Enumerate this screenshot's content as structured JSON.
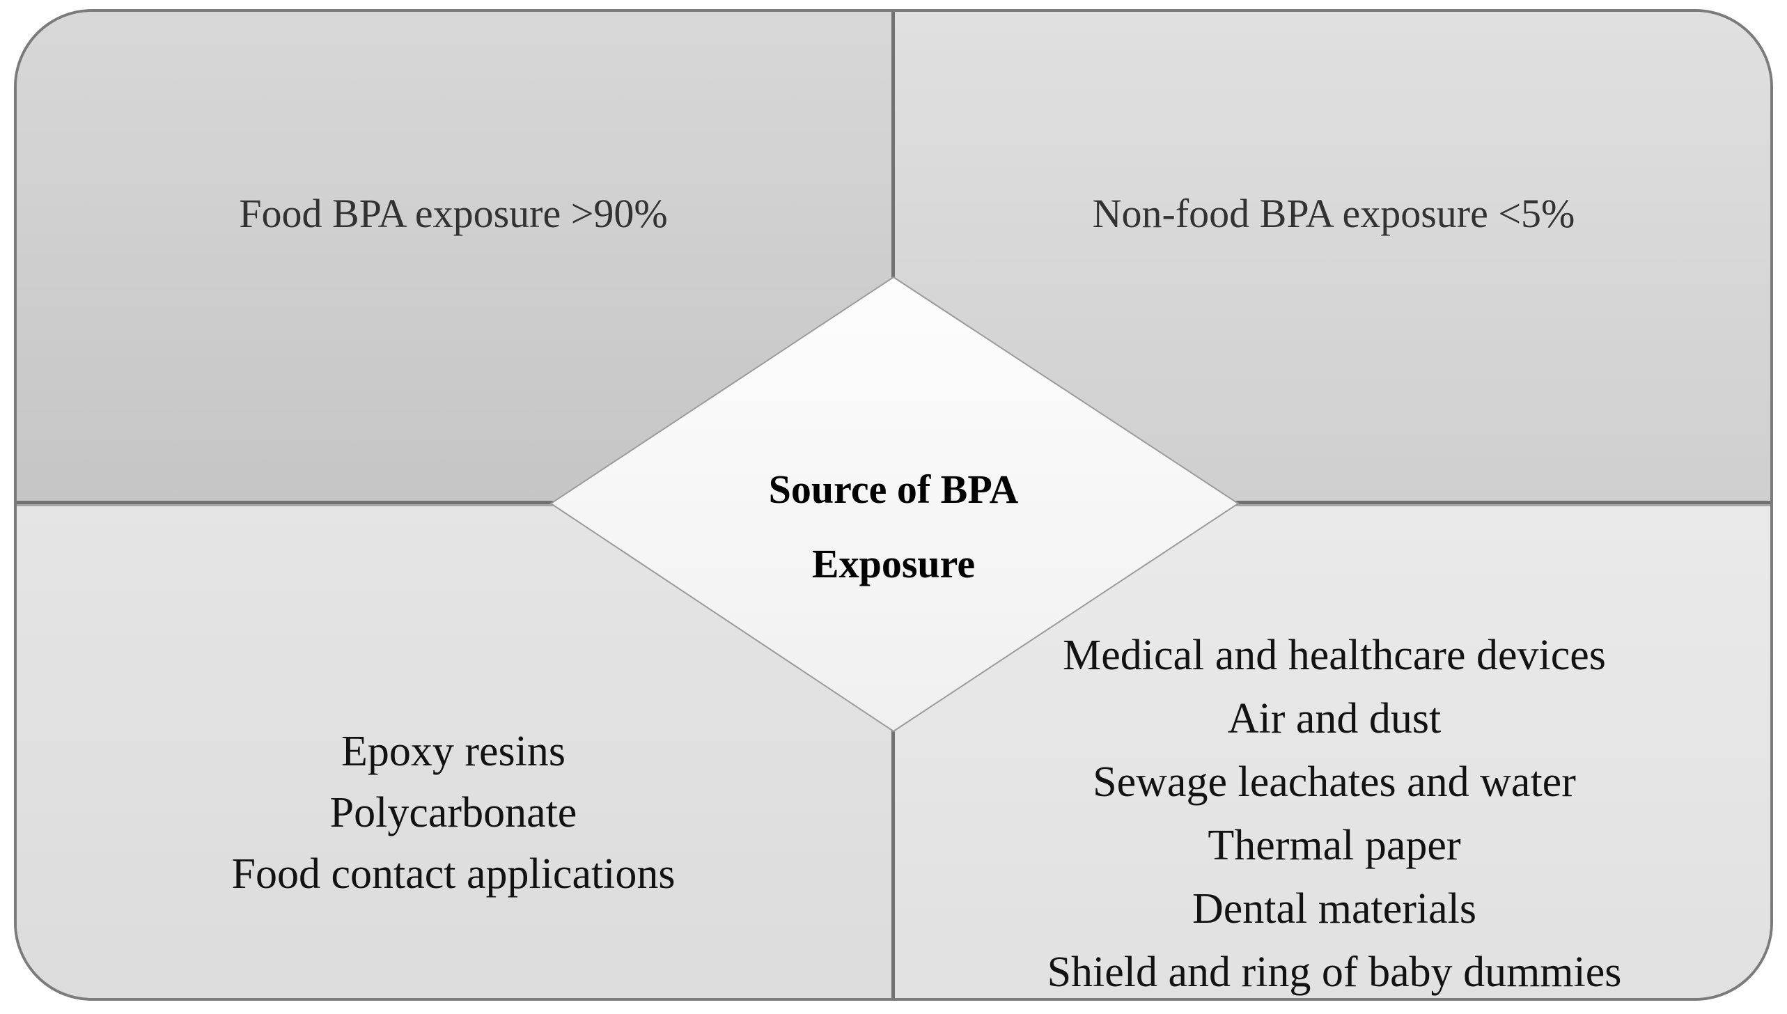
{
  "center_diamond": {
    "line1": "Source of BPA",
    "line2": "Exposure"
  },
  "quadrants": {
    "top_left": {
      "label": "Food BPA exposure >90%"
    },
    "top_right": {
      "label": "Non-food BPA exposure <5%"
    },
    "bottom_left": {
      "items": [
        "Epoxy resins",
        "Polycarbonate",
        "Food contact applications"
      ]
    },
    "bottom_right": {
      "items": [
        "Medical and healthcare devices",
        "Air and dust",
        "Sewage leachates and water",
        "Thermal paper",
        "Dental materials",
        "Shield and ring of baby dummies"
      ]
    }
  },
  "colors": {
    "top_left_fill_top": "#d8d8d8",
    "top_left_fill_bottom": "#c5c5c5",
    "top_right_fill_top": "#e0e0e0",
    "top_right_fill_bottom": "#cfcfcf",
    "bottom_left_fill_top": "#e5e5e5",
    "bottom_left_fill_bottom": "#dcdcdc",
    "bottom_right_fill_top": "#eaeaea",
    "bottom_right_fill_bottom": "#e1e1e1",
    "diamond_fill_top": "#fdfdfd",
    "diamond_fill_bottom": "#f0f0f0",
    "border_gray": "#7b7b7b",
    "label_text": "#323232",
    "list_text": "#121212",
    "diamond_text": "#000000"
  }
}
